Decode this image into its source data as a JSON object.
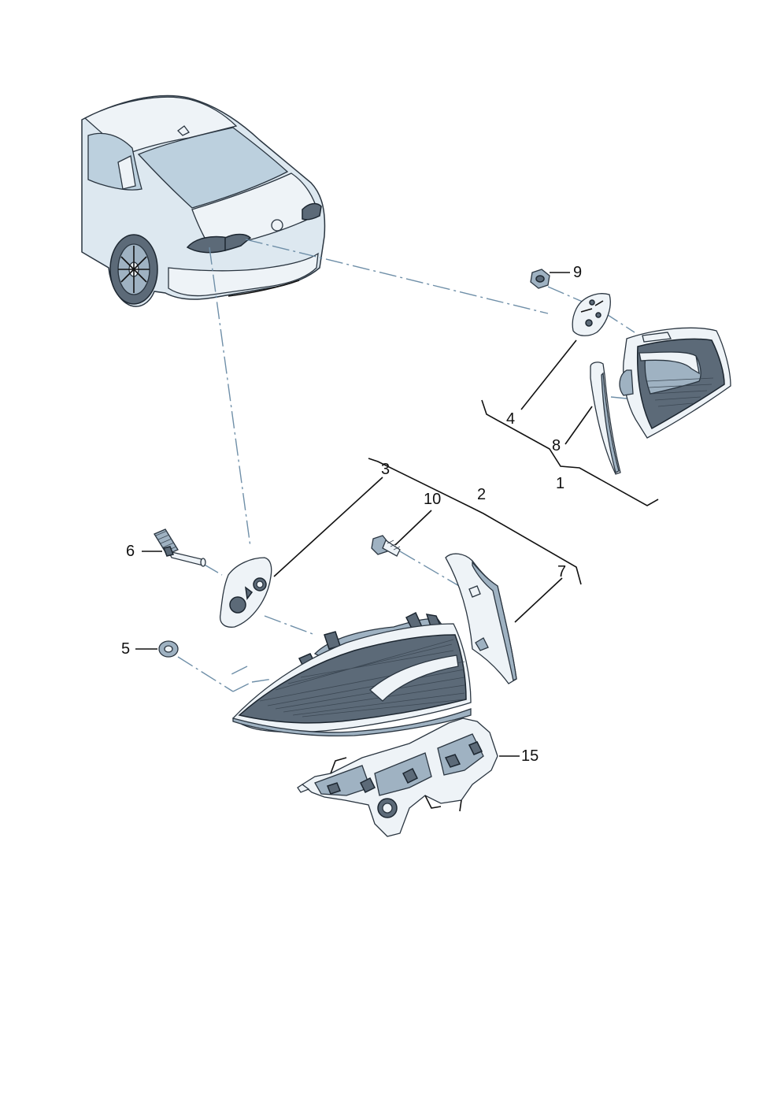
{
  "callouts": [
    {
      "id": "1",
      "text": "1"
    },
    {
      "id": "2",
      "text": "2"
    },
    {
      "id": "3",
      "text": "3"
    },
    {
      "id": "4",
      "text": "4"
    },
    {
      "id": "5",
      "text": "5"
    },
    {
      "id": "6",
      "text": "6"
    },
    {
      "id": "7",
      "text": "7"
    },
    {
      "id": "8",
      "text": "8"
    },
    {
      "id": "9",
      "text": "9"
    },
    {
      "id": "10",
      "text": "10"
    },
    {
      "id": "15",
      "text": "15"
    }
  ],
  "colors": {
    "line": "#111111",
    "dash": "#6f8fa8",
    "part_body": "#dde8f0",
    "part_dark": "#5c6a78"
  }
}
